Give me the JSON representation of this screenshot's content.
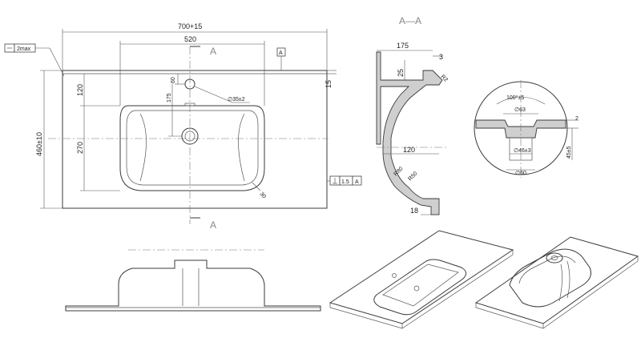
{
  "section_title": "A—A",
  "plan_view": {
    "overall_width": "700+15",
    "bowl_width": "520",
    "overall_depth": "460±10",
    "bowl_depth": "270",
    "dim_120": "120",
    "dim_60": "60",
    "dim_175": "175",
    "tap_hole": "∅35±2",
    "dim_15": "15",
    "dim_r": "30",
    "flatness_value": "2max",
    "perp_value": "1.5",
    "datum": "A",
    "section_marker_top": "A",
    "section_marker_bottom": "A"
  },
  "section_view": {
    "dim_175": "175",
    "dim_3": "3",
    "dim_25": "25",
    "dim_r_top": "R2",
    "dim_120": "120",
    "dim_r80": "R80",
    "dim_r50": "R50",
    "dim_18": "18"
  },
  "drain_detail": {
    "angle": "100°±5",
    "dia_63": "∅63",
    "dia_46": "∅46±3",
    "dia_60": "∅60",
    "dim_2": "2",
    "dim_45": "45±5"
  }
}
